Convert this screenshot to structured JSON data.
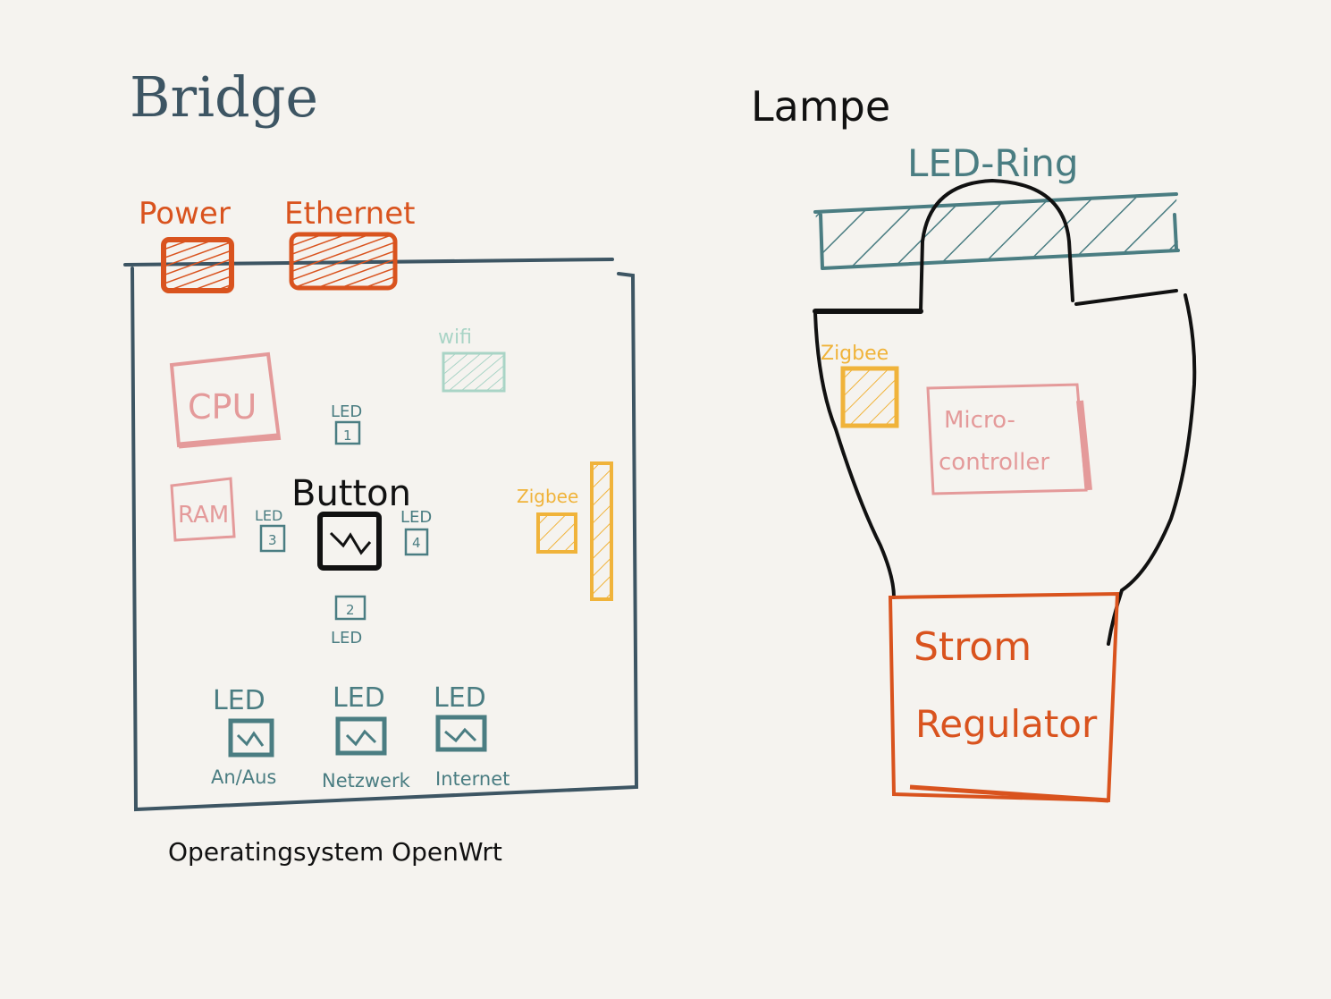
{
  "colors": {
    "background": "#f5f3ef",
    "slate": "#3d5563",
    "teal": "#4a7d82",
    "orange": "#d9531e",
    "pink": "#e49a9a",
    "mint": "#a9d4c6",
    "yellow": "#f0b33a",
    "black": "#111111"
  },
  "bridge": {
    "title": "Bridge",
    "power": "Power",
    "ethernet": "Ethernet",
    "wifi": "wifi",
    "cpu": "CPU",
    "ram": "RAM",
    "button": "Button",
    "zigbee": "Zigbee",
    "led_label": "LED",
    "led_numbers": [
      "1",
      "2",
      "3",
      "4"
    ],
    "status_leds": [
      {
        "label": "LED",
        "caption": "An/Aus"
      },
      {
        "label": "LED",
        "caption": "Netzwerk"
      },
      {
        "label": "LED",
        "caption": "Internet"
      }
    ],
    "os": "Operatingsystem OpenWrt"
  },
  "lamp": {
    "title": "Lampe",
    "led_ring": "LED-Ring",
    "zigbee": "Zigbee",
    "micro_line1": "Micro-",
    "micro_line2": "controller",
    "strom": "Strom",
    "regulator": "Regulator"
  }
}
